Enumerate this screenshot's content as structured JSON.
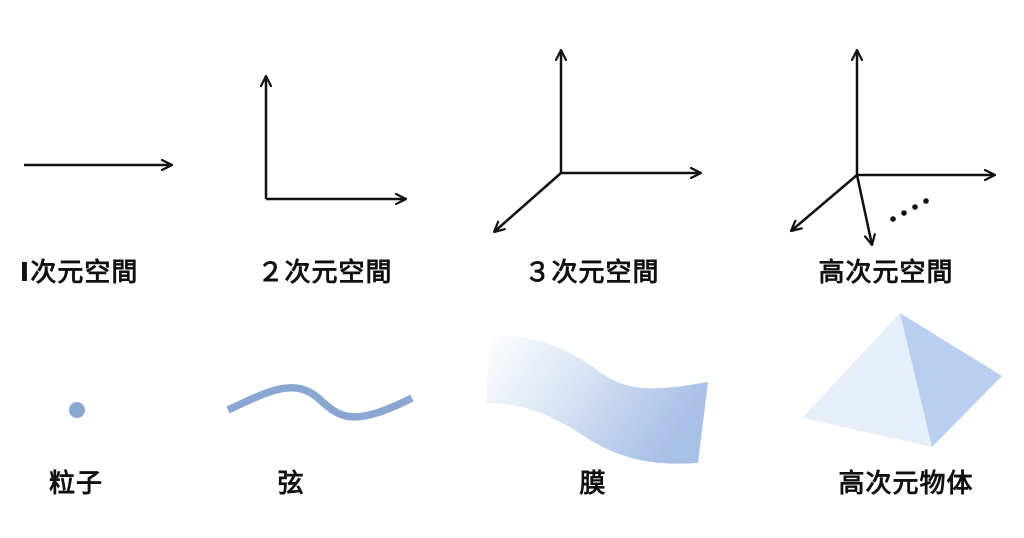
{
  "dimension_labels": [
    "Ⅰ次元空間",
    "２次元空間",
    "３次元空間",
    "高次元空間"
  ],
  "object_labels": [
    "粒子",
    "弦",
    "膜",
    "高次元物体"
  ],
  "colors": {
    "ink": "#111111",
    "object_blue": "#8aa6d1",
    "object_light": "#e4ecf8",
    "object_mid": "#c5d5ee",
    "object_dark": "#b3cbef"
  }
}
